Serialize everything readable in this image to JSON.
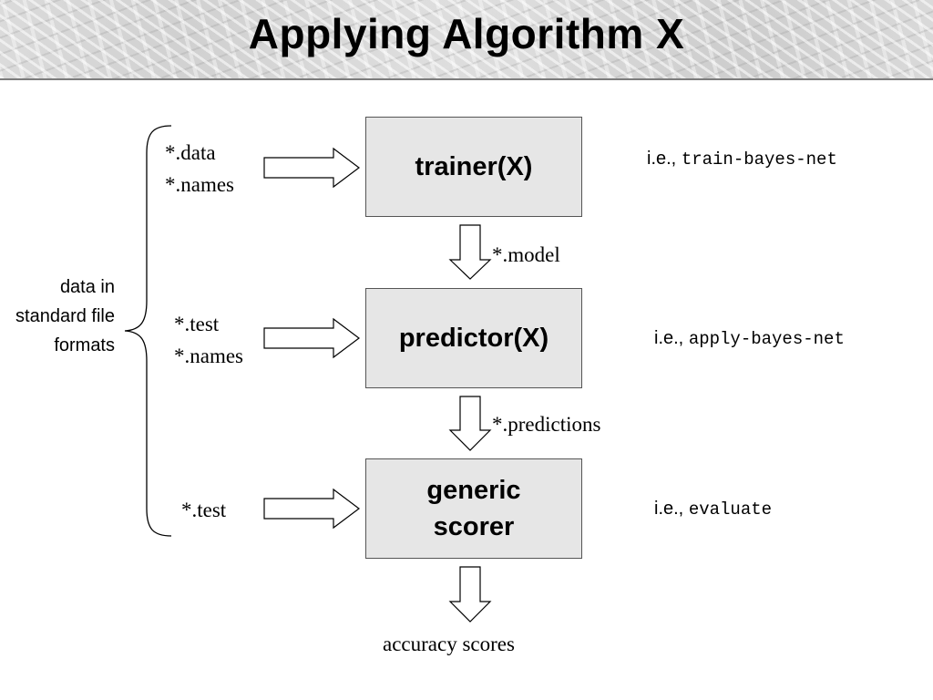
{
  "title": "Applying Algorithm X",
  "side_label": "data in standard file formats",
  "inputs": {
    "trainer": [
      "*.data",
      "*.names"
    ],
    "predictor": [
      "*.test",
      "*.names"
    ],
    "scorer": [
      "*.test"
    ]
  },
  "boxes": {
    "trainer": "trainer(X)",
    "predictor": "predictor(X)",
    "scorer_line1": "generic",
    "scorer_line2": "scorer"
  },
  "flow_labels": {
    "model": "*.model",
    "predictions": "*.predictions",
    "output": "accuracy scores"
  },
  "examples": {
    "prefix": "i.e.,",
    "trainer": "train-bayes-net",
    "predictor": "apply-bayes-net",
    "scorer": "evaluate"
  }
}
